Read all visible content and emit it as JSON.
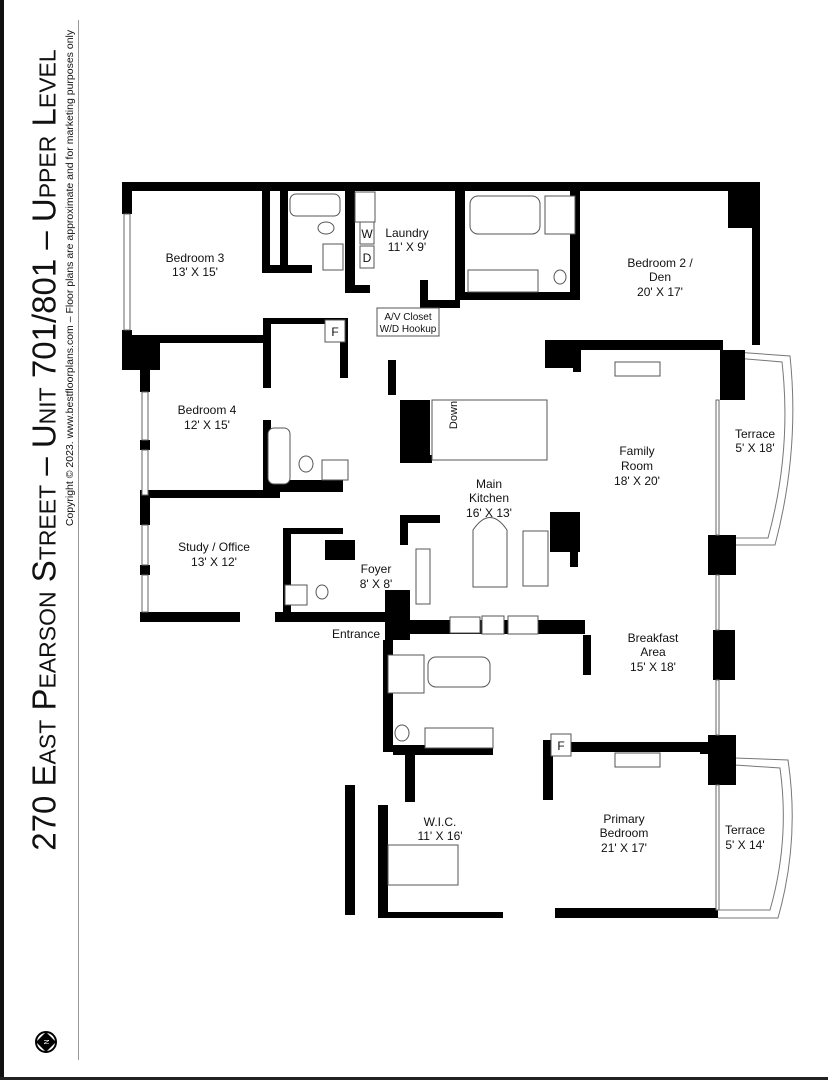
{
  "header": {
    "title": "270 East Pearson Street – Unit 701/801 – Upper Level",
    "copyright": "Copyright © 2023. www.bestfloorplans.com – Floor plans are approximate and for marketing purposes only"
  },
  "compass": {
    "icon": "north-arrow-icon",
    "letter": "N"
  },
  "rooms": [
    {
      "name": "Bedroom 3",
      "size": "13' X 15'"
    },
    {
      "name": "Laundry",
      "size": "11' X 9'"
    },
    {
      "name": "Bedroom 2 /",
      "name2": "Den",
      "size": "20' X 17'"
    },
    {
      "name": "Bedroom 4",
      "size": "12' X 15'"
    },
    {
      "name": "Family",
      "name2": "Room",
      "size": "18' X 20'"
    },
    {
      "name": "Main",
      "name2": "Kitchen",
      "size": "16' X 13'"
    },
    {
      "name": "Study / Office",
      "size": "13' X 12'"
    },
    {
      "name": "Foyer",
      "size": "8' X 8'"
    },
    {
      "name": "Breakfast",
      "name2": "Area",
      "size": "15' X 18'"
    },
    {
      "name": "Terrace",
      "size": "5' X 18'"
    },
    {
      "name": "W.I.C.",
      "size": "11' X 16'"
    },
    {
      "name": "Primary",
      "name2": "Bedroom",
      "size": "21' X 17'"
    },
    {
      "name": "Terrace",
      "size": "5' X 14'"
    }
  ],
  "labels": {
    "entrance": "Entrance",
    "av_closet": "A/V Closet",
    "wd_hookup": "W/D Hookup",
    "stairs": "Down",
    "washer": "W",
    "dryer": "D",
    "fridge": "F"
  }
}
